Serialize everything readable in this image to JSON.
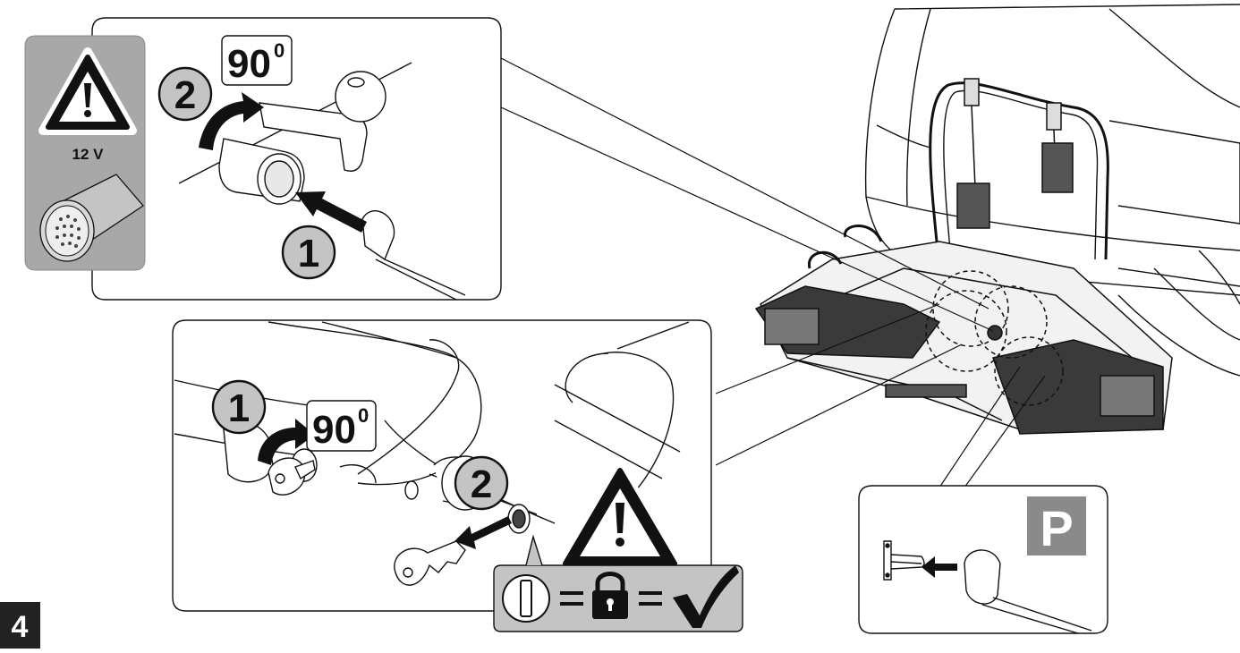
{
  "figure_number": "4",
  "top_panel": {
    "warning_label": "12 V",
    "angle_value": "90",
    "angle_unit": "0",
    "step_1": "1",
    "step_2": "2"
  },
  "bottom_panel": {
    "angle_value": "90",
    "angle_unit": "0",
    "step_1": "1",
    "step_2": "2"
  },
  "parking_panel": {
    "parking_letter": "P"
  },
  "colors": {
    "callout_grey": "#c8c8c8",
    "warning_panel_grey": "#a8a8a8",
    "parking_grey": "#8a8a8a",
    "figure_badge": "#222222",
    "line": "#111111"
  }
}
